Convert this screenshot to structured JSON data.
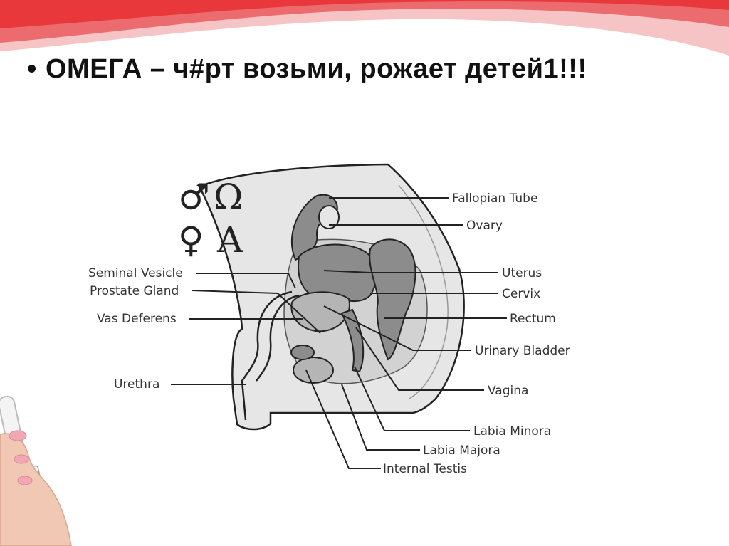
{
  "slide": {
    "bullet": "•",
    "title": "ОМЕГА – ч#рт возьми, рожает детей1!!!"
  },
  "diagram": {
    "symbols": {
      "male": "♂",
      "omega": "Ω",
      "female": "♀",
      "alpha": "A"
    },
    "labels_left": {
      "seminal_vesicle": "Seminal Vesicle",
      "prostate_gland": "Prostate Gland",
      "vas_deferens": "Vas Deferens",
      "urethra": "Urethra"
    },
    "labels_right": {
      "fallopian_tube": "Fallopian Tube",
      "ovary": "Ovary",
      "uterus": "Uterus",
      "cervix": "Cervix",
      "rectum": "Rectum",
      "urinary_bladder": "Urinary Bladder",
      "vagina": "Vagina",
      "labia_minora": "Labia Minora",
      "labia_majora": "Labia Majora",
      "internal_testis": "Internal Testis"
    }
  },
  "colors": {
    "banner_red": "#e8383c",
    "banner_pink": "#f6c4c4",
    "body_fill": "#e6e6e6",
    "organ_fill": "#8c8c8c",
    "organ_mid": "#b5b5b5"
  }
}
